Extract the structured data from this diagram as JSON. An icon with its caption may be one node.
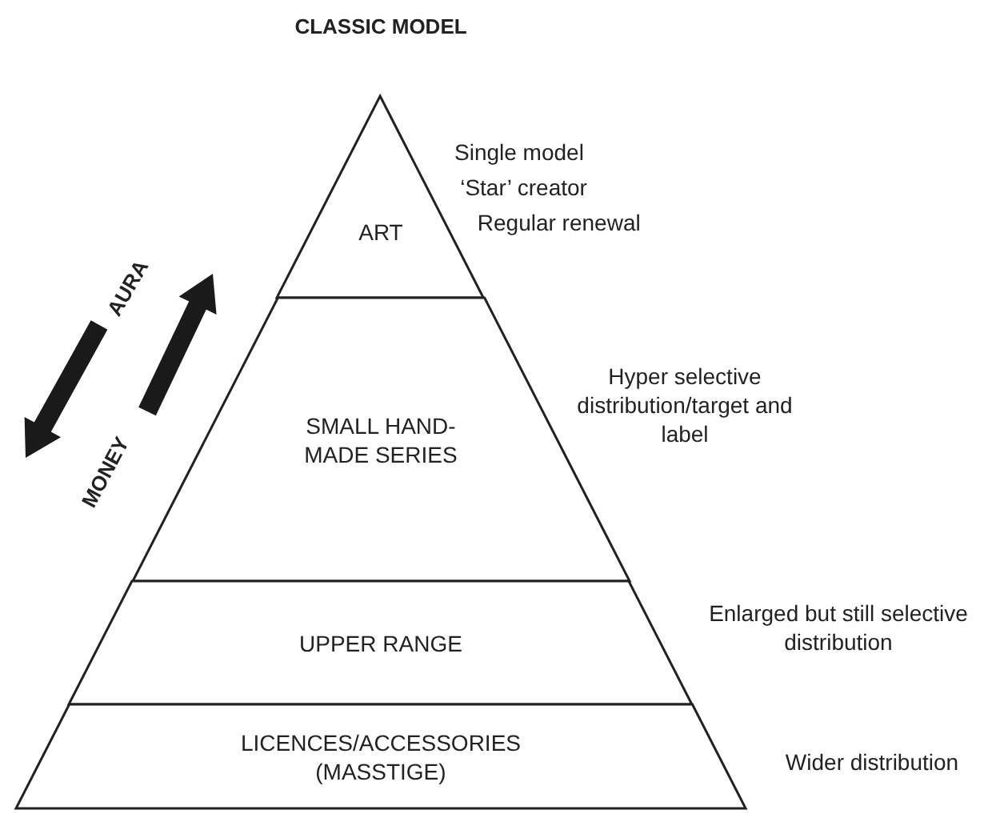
{
  "diagram": {
    "title": "CLASSIC MODEL",
    "nodes": [
      {
        "text": [
          "ART"
        ],
        "beside": [
          "Single model",
          "‘Star’ creator",
          "Regular renewal"
        ]
      },
      {
        "text": [
          "SMALL HAND-MADE SERIES"
        ],
        "beside": [
          "Hyper selective distribution/target and label"
        ]
      },
      {
        "text": [
          "UPPER RANGE"
        ],
        "beside": [
          "Enlarged but still selective distribution"
        ]
      },
      {
        "text": [
          "LICENCES/ACCESSORIES (MASSTIGE)"
        ],
        "beside": [
          "Wider distribution"
        ]
      }
    ],
    "labels": [
      "AURA",
      "MONEY"
    ]
  }
}
